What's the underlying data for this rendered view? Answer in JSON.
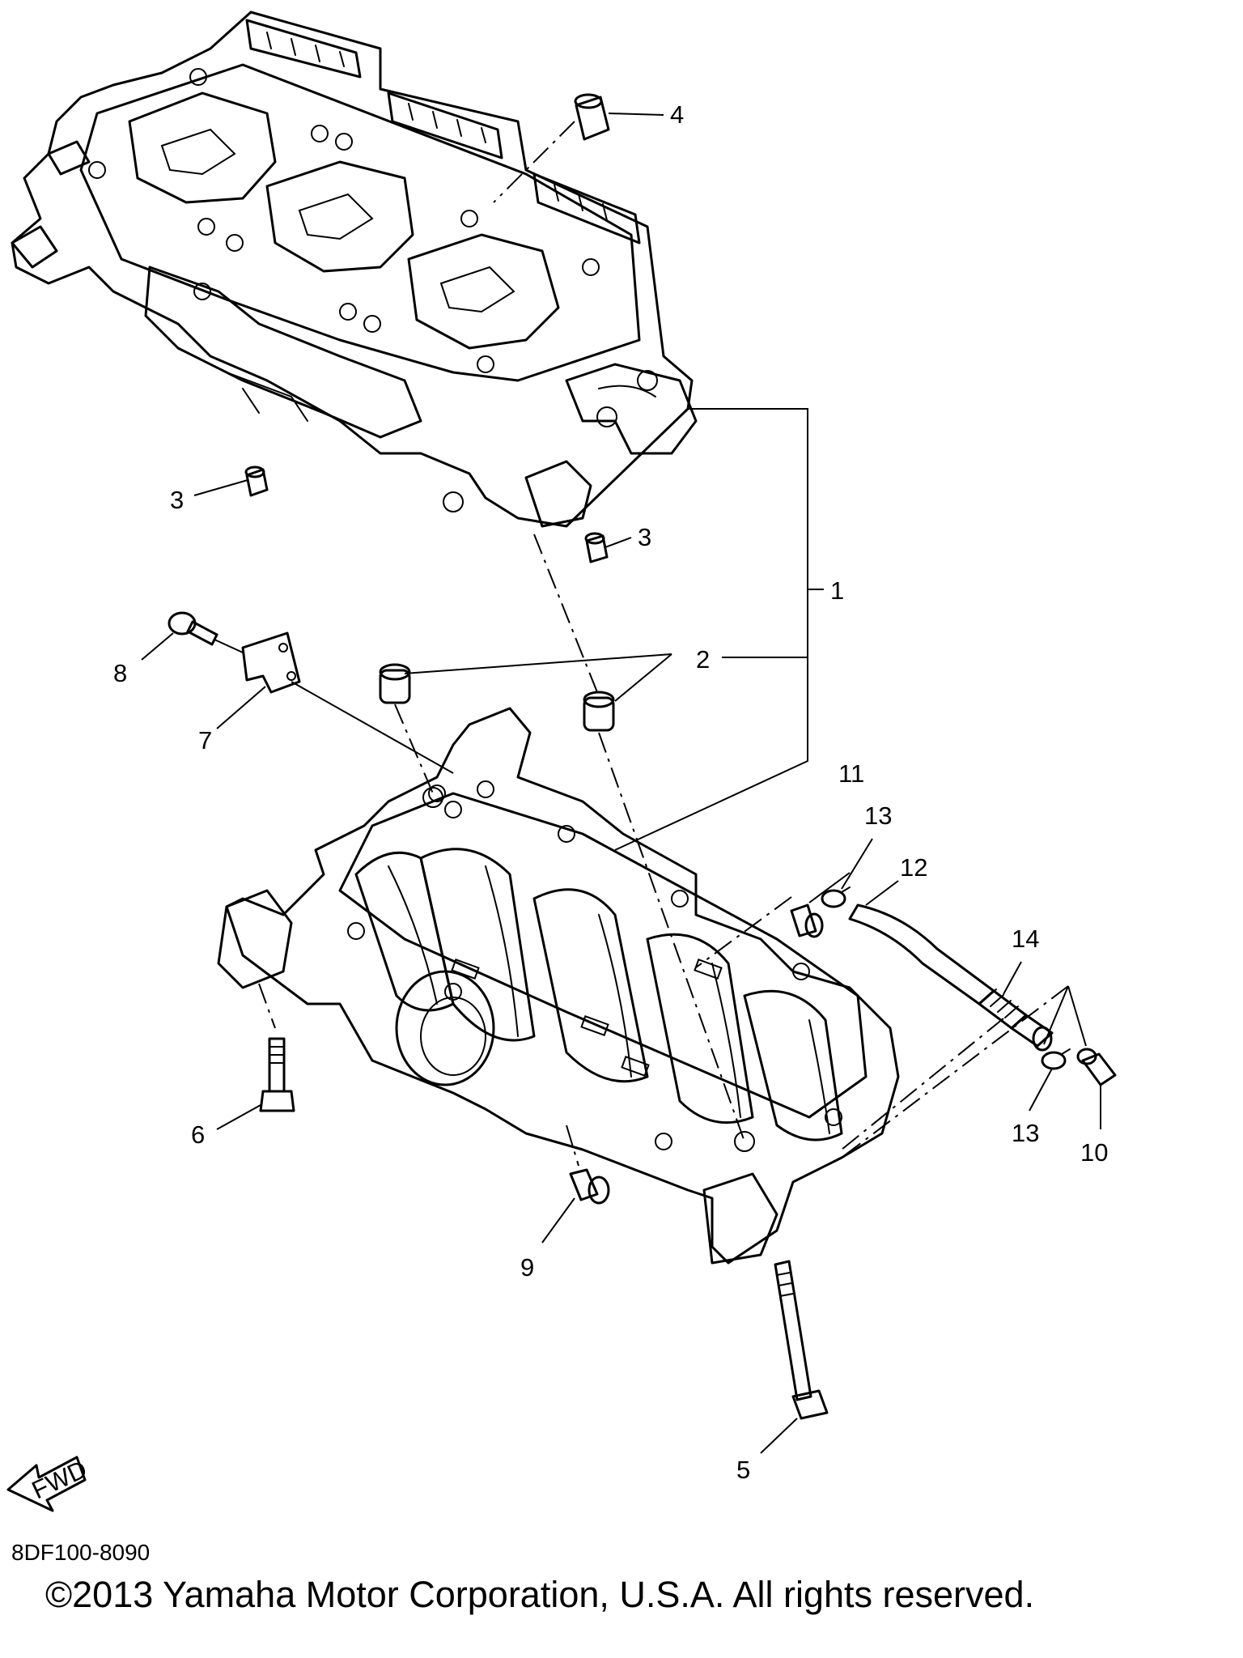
{
  "callouts": [
    {
      "id": "1",
      "text": "1"
    },
    {
      "id": "2",
      "text": "2"
    },
    {
      "id": "3a",
      "text": "3"
    },
    {
      "id": "3b",
      "text": "3"
    },
    {
      "id": "4",
      "text": "4"
    },
    {
      "id": "5",
      "text": "5"
    },
    {
      "id": "6",
      "text": "6"
    },
    {
      "id": "7",
      "text": "7"
    },
    {
      "id": "8",
      "text": "8"
    },
    {
      "id": "9",
      "text": "9"
    },
    {
      "id": "10",
      "text": "10"
    },
    {
      "id": "11",
      "text": "11"
    },
    {
      "id": "12",
      "text": "12"
    },
    {
      "id": "13a",
      "text": "13"
    },
    {
      "id": "13b",
      "text": "13"
    },
    {
      "id": "14",
      "text": "14"
    }
  ],
  "fwd_label": "FWD",
  "diagram_code": "8DF100-8090",
  "copyright": "©2013 Yamaha Motor Corporation, U.S.A. All rights reserved."
}
